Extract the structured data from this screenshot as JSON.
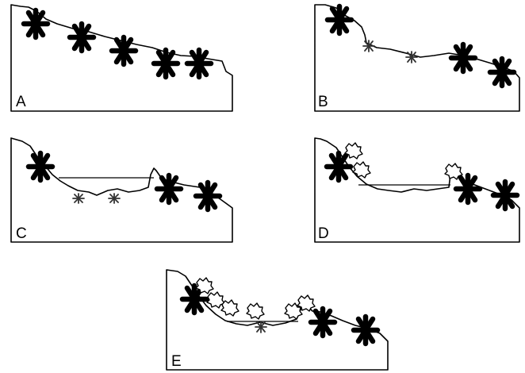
{
  "panels": [
    {
      "id": "a",
      "label": "A"
    },
    {
      "id": "b",
      "label": "B"
    },
    {
      "id": "c",
      "label": "C"
    },
    {
      "id": "d",
      "label": "D"
    },
    {
      "id": "e",
      "label": "E"
    }
  ],
  "icons": {
    "large_plant": "asterisk-plant-icon",
    "small_plant": "small-asterisk-plant-icon",
    "colonizer": "spiky-blob-icon"
  },
  "colors": {
    "line": "#000000",
    "background": "#ffffff"
  }
}
